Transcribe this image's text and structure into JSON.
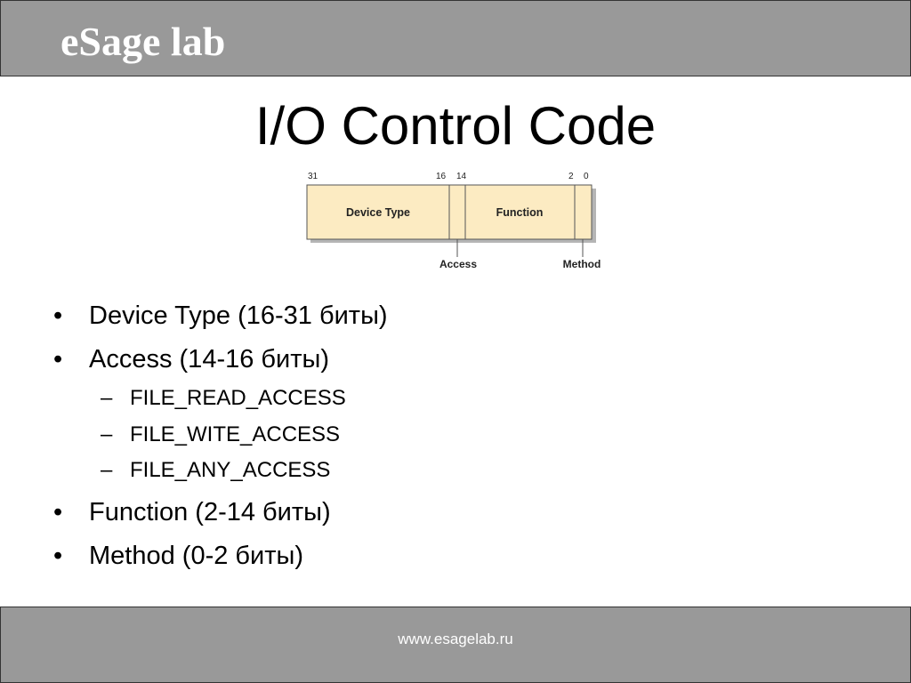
{
  "header": {
    "brand": "eSage lab"
  },
  "slide": {
    "title": "I/O Control Code"
  },
  "diagram": {
    "bit_labels": {
      "b31": "31",
      "b16": "16",
      "b14": "14",
      "b2": "2",
      "b0": "0"
    },
    "fields": {
      "device_type": "Device Type",
      "function": "Function"
    },
    "callouts": {
      "access": "Access",
      "method": "Method"
    },
    "colors": {
      "field_fill": "#FCEBC2",
      "field_stroke": "#555555",
      "shadow": "#B5B5B5"
    }
  },
  "bullets": [
    {
      "marker": "•",
      "text": "Device Type (16-31 биты)"
    },
    {
      "marker": "•",
      "text": "Access (14-16 биты)"
    },
    {
      "marker": "–",
      "text": "FILE_READ_ACCESS"
    },
    {
      "marker": "–",
      "text": "FILE_WITE_ACCESS"
    },
    {
      "marker": "–",
      "text": "FILE_ANY_ACCESS"
    },
    {
      "marker": "•",
      "text": "Function (2-14 биты)"
    },
    {
      "marker": "•",
      "text": "Method (0-2 биты)"
    }
  ],
  "footer": {
    "url": "www.esagelab.ru"
  },
  "colors": {
    "bar_bg": "#999999",
    "bar_border": "#333333",
    "bar_text": "#FFFFFF"
  }
}
